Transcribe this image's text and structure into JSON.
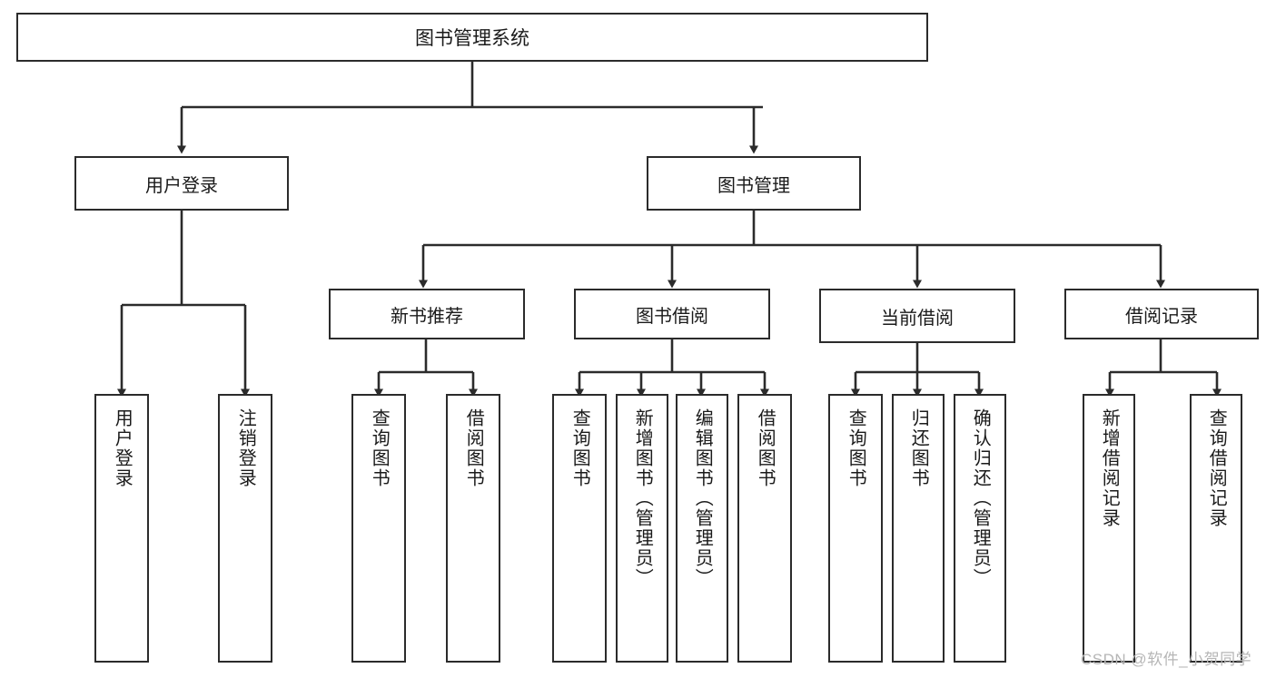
{
  "diagram": {
    "title": "图书管理系统",
    "type": "tree-hierarchy-diagram",
    "root": {
      "label": "图书管理系统"
    },
    "level2": [
      {
        "label": "用户登录"
      },
      {
        "label": "图书管理"
      }
    ],
    "level3": [
      {
        "label": "新书推荐"
      },
      {
        "label": "图书借阅"
      },
      {
        "label": "当前借阅"
      },
      {
        "label": "借阅记录"
      }
    ],
    "leaves": [
      {
        "label": "用户登录"
      },
      {
        "label": "注销登录"
      },
      {
        "label": "查询图书"
      },
      {
        "label": "借阅图书"
      },
      {
        "label": "查询图书"
      },
      {
        "label": "新增图书（管理员）"
      },
      {
        "label": "编辑图书（管理员）"
      },
      {
        "label": "借阅图书"
      },
      {
        "label": "查询图书"
      },
      {
        "label": "归还图书"
      },
      {
        "label": "确认归还（管理员）"
      },
      {
        "label": "新增借阅记录"
      },
      {
        "label": "查询借阅记录"
      }
    ]
  },
  "watermark": {
    "text": "CSDN @软件_小贺同学"
  },
  "colors": {
    "stroke": "#2b2b2b",
    "background": "#ffffff",
    "text": "#1a1a1a",
    "watermark": "#b6b6b6"
  }
}
